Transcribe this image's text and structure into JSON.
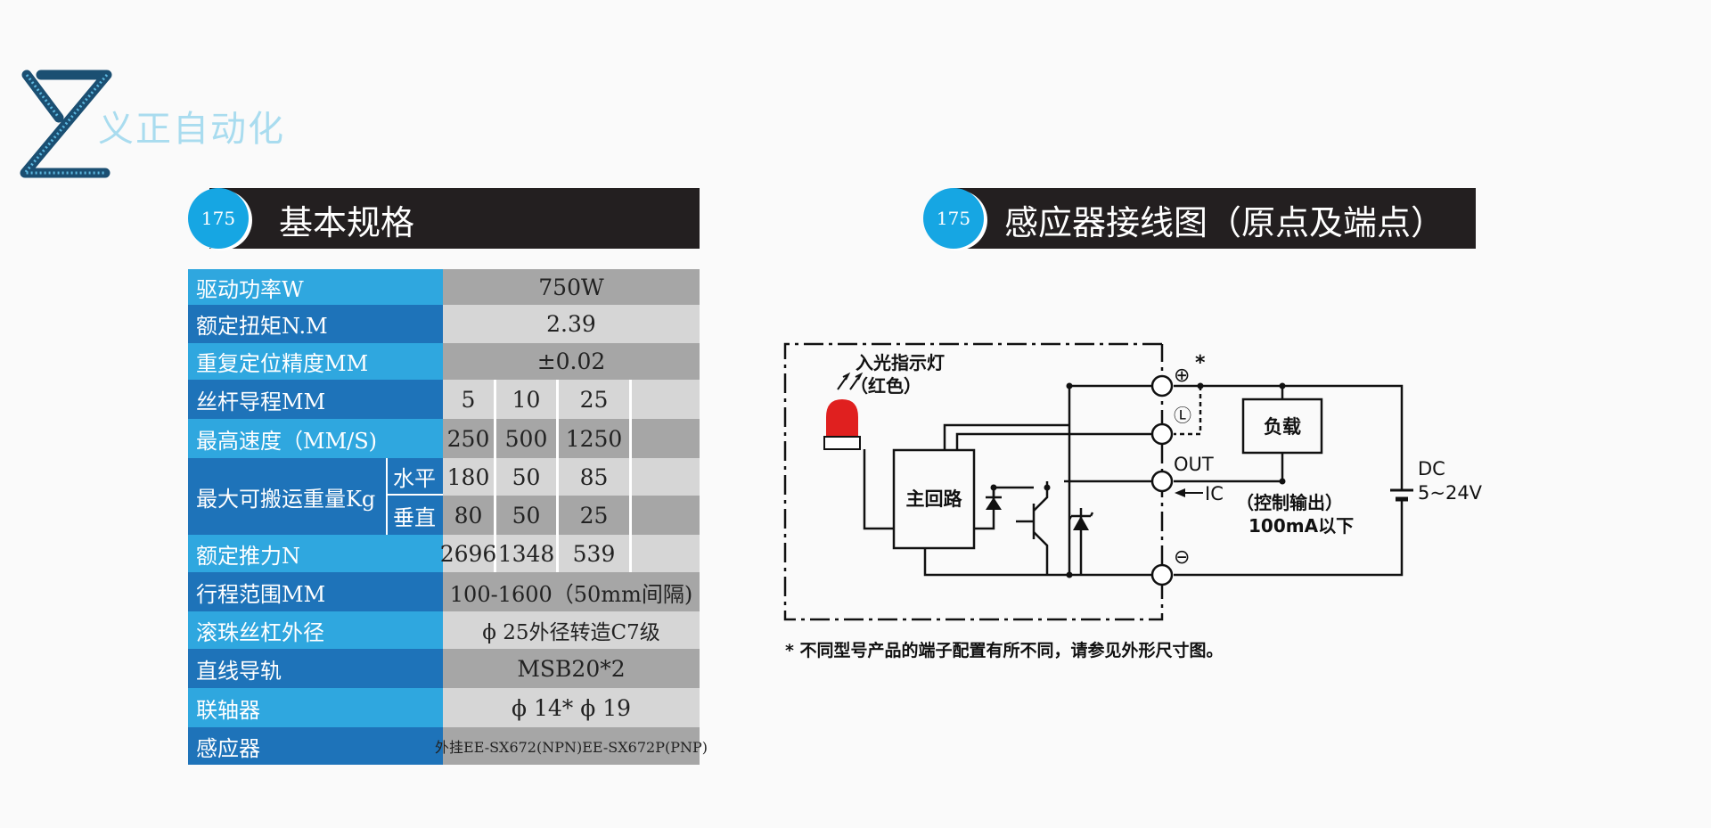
{
  "brand": {
    "name": "义正自动化"
  },
  "left_section": {
    "badge": "175",
    "title": "基本规格"
  },
  "right_section": {
    "badge": "175",
    "title": "感应器接线图（原点及端点）"
  },
  "spec": {
    "drive_power": {
      "label": "驱动功率W",
      "value": "750W"
    },
    "rated_torque": {
      "label": "额定扭矩N.M",
      "value": "2.39"
    },
    "repeat_accuracy": {
      "label": "重复定位精度MM",
      "value": "±0.02"
    },
    "lead": {
      "label": "丝杆导程MM",
      "values": [
        "5",
        "10",
        "25"
      ]
    },
    "max_speed": {
      "label": "最高速度（MM/S)",
      "values": [
        "250",
        "500",
        "1250"
      ]
    },
    "max_load": {
      "label": "最大可搬运重量Kg",
      "horizontal": {
        "label": "水平",
        "values": [
          "180",
          "50",
          "85"
        ]
      },
      "vertical": {
        "label": "垂直",
        "values": [
          "80",
          "50",
          "25"
        ]
      }
    },
    "rated_thrust": {
      "label": "额定推力N",
      "values": [
        "2696",
        "1348",
        "539"
      ]
    },
    "stroke": {
      "label": "行程范围MM",
      "value": "100-1600（50mm间隔)"
    },
    "ball_screw": {
      "label": "滚珠丝杠外径",
      "value": "ϕ 25外径转造C7级"
    },
    "linear_guide": {
      "label": "直线导轨",
      "value": "MSB20*2"
    },
    "coupling": {
      "label": "联轴器",
      "value": "ϕ 14* ϕ 19"
    },
    "sensor": {
      "label": "感应器",
      "value": "外挂EE-SX672(NPN)EE-SX672P(PNP)"
    }
  },
  "diagram": {
    "indicator_label": "入光指示灯",
    "indicator_color": "（红色）",
    "main_circuit": "主回路",
    "load": "负载",
    "out": "OUT",
    "ic": "IC",
    "control_output": "（控制输出）",
    "current": "100mA以下",
    "dc": "DC",
    "voltage": "5~24V",
    "plus_mark": "⊕",
    "asterisk": "*",
    "l_mark": "Ⓛ",
    "minus_mark": "⊖",
    "note": "* 不同型号产品的端子配置有所不同，请参见外形尺寸图。"
  },
  "colors": {
    "accent_blue": "#16a6e3",
    "label_light": "#2fa7df",
    "label_dark": "#1e73b9",
    "header_bg": "#231f20",
    "indicator_red": "#e0201f"
  }
}
